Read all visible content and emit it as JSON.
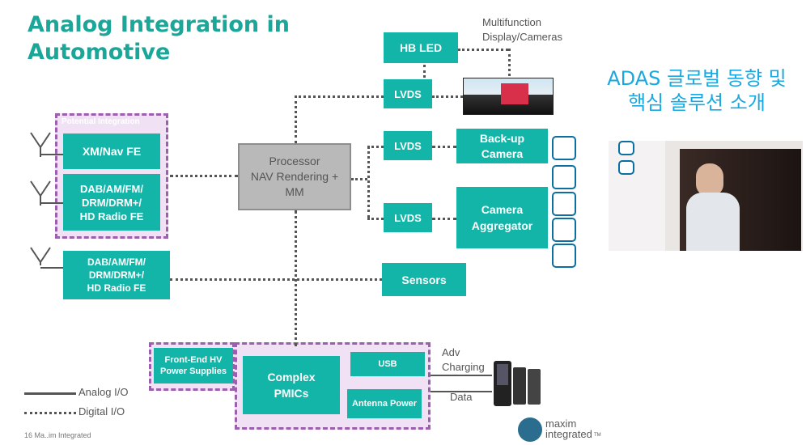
{
  "title": {
    "line1": "Analog Integration in",
    "line2": "Automotive"
  },
  "side_text": {
    "line1": "ADAS 글로벌 동향 및",
    "line2": "핵심 솔루션 소개"
  },
  "potential_integration": "Potential Integration",
  "boxes": {
    "hb_led": "HB LED",
    "lvds_top": "LVDS",
    "lvds_mid": "LVDS",
    "lvds_bottom": "LVDS",
    "xm_nav": "XM/Nav FE",
    "dab1": "DAB/AM/FM/\nDRM/DRM+/\nHD Radio FE",
    "dab2": "DAB/AM/FM/\nDRM/DRM+/\nHD Radio FE",
    "processor": "Processor\nNAV Rendering +\nMM",
    "backup_camera": "Back-up\nCamera",
    "camera_aggregator": "Camera\nAggregator",
    "sensors": "Sensors",
    "front_end_hv": "Front-End HV\nPower Supplies",
    "complex_pmics": "Complex\nPMICs",
    "usb": "USB",
    "antenna_power": "Antenna Power"
  },
  "labels": {
    "multifunction": "Multifunction\nDisplay/Cameras",
    "adv_charging": "Adv\nCharging",
    "data": "Data",
    "analog_io": "Analog I/O",
    "digital_io": "Digital I/O",
    "footer": "16   Ma..im Integrated"
  },
  "logo": {
    "name": "maxim\nintegrated",
    "tm": "TM"
  },
  "colors": {
    "teal": "#12b5a8",
    "title": "#1aa79a",
    "dash": "#9b5fae",
    "korean": "#19a9e0"
  }
}
